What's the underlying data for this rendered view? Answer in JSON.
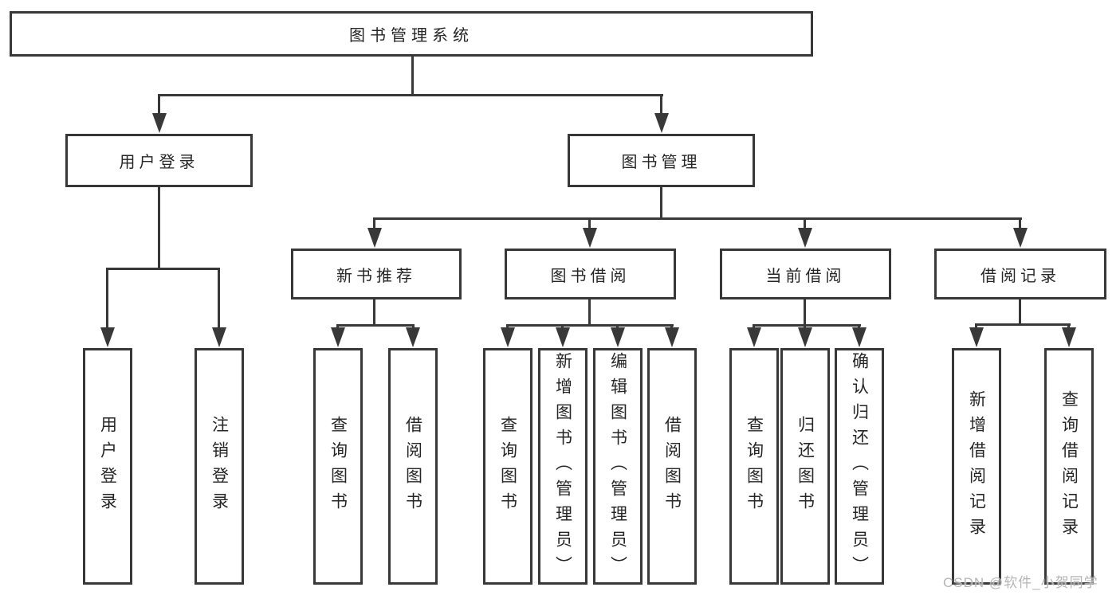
{
  "colors": {
    "line": "#383838",
    "text": "#262626",
    "background": "#ffffff",
    "watermark_text": "#b5b5b5"
  },
  "watermark": {
    "text": "CSDN @软件_小贺同学"
  },
  "diagram": {
    "type": "hierarchy-tree",
    "tree": {
      "label": "图书管理系统",
      "children": [
        {
          "label": "用户登录",
          "children": [
            {
              "label": "用户登录"
            },
            {
              "label": "注销登录"
            }
          ]
        },
        {
          "label": "图书管理",
          "children": [
            {
              "label": "新书推荐",
              "children": [
                {
                  "label": "查询图书"
                },
                {
                  "label": "借阅图书"
                }
              ]
            },
            {
              "label": "图书借阅",
              "children": [
                {
                  "label": "查询图书"
                },
                {
                  "label": "新增图书（管理员）"
                },
                {
                  "label": "编辑图书（管理员）"
                },
                {
                  "label": "借阅图书"
                }
              ]
            },
            {
              "label": "当前借阅",
              "children": [
                {
                  "label": "查询图书"
                },
                {
                  "label": "归还图书"
                },
                {
                  "label": "确认归还（管理员）"
                }
              ]
            },
            {
              "label": "借阅记录",
              "children": [
                {
                  "label": "新增借阅记录"
                },
                {
                  "label": "查询借阅记录"
                }
              ]
            }
          ]
        }
      ]
    }
  }
}
